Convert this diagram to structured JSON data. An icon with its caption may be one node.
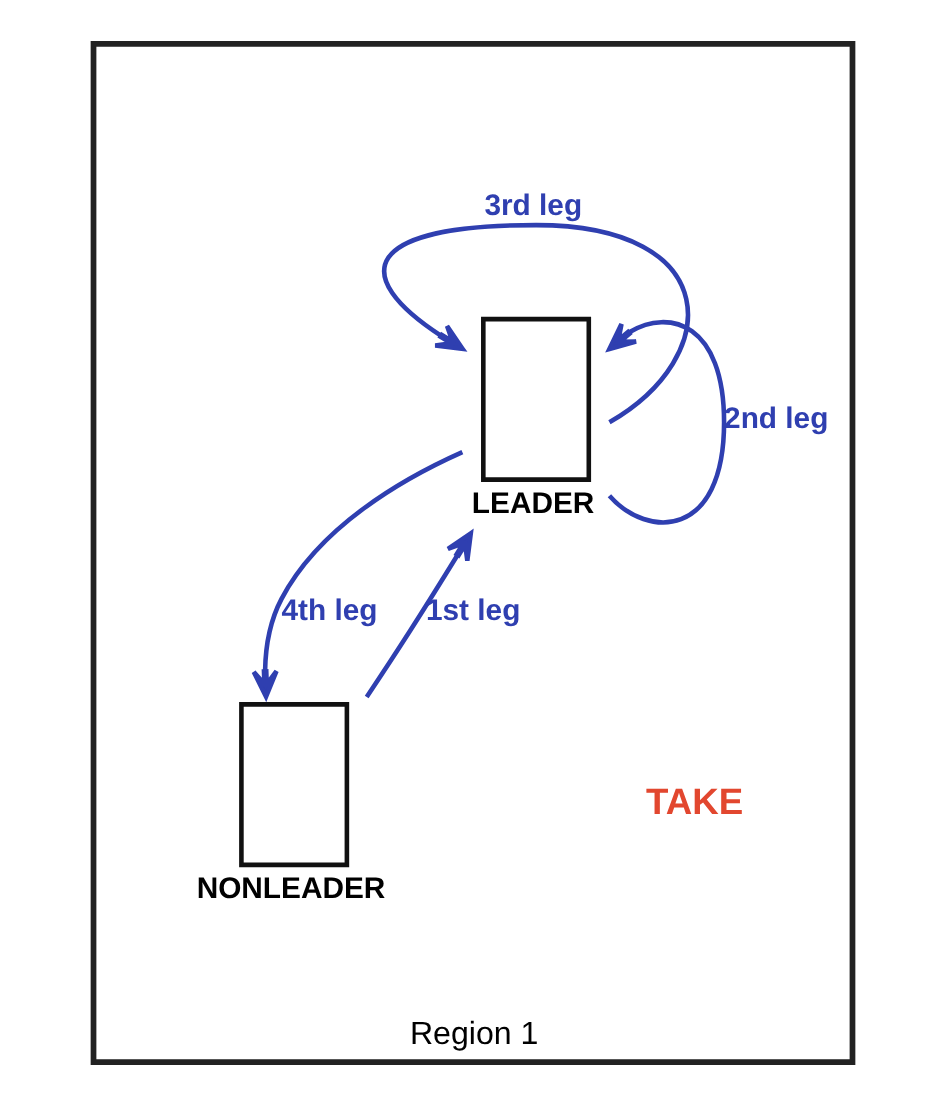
{
  "diagram": {
    "nodes": [
      {
        "text": [
          "Region 1"
        ]
      },
      {
        "text": [
          "LEADER"
        ],
        "in": 0
      },
      {
        "text": [
          "NONLEADER"
        ],
        "in": 0
      }
    ],
    "edges": [
      {
        "from": 2,
        "to": 1,
        "arrow": "to",
        "label": "1st leg"
      },
      {
        "from": 1,
        "to": 1,
        "arrow": "to",
        "label": "2nd leg"
      },
      {
        "from": 1,
        "to": 1,
        "arrow": "to",
        "label": "3rd leg"
      },
      {
        "from": 1,
        "to": 2,
        "arrow": "to",
        "label": "4th leg"
      }
    ],
    "labels": [
      "TAKE"
    ]
  }
}
